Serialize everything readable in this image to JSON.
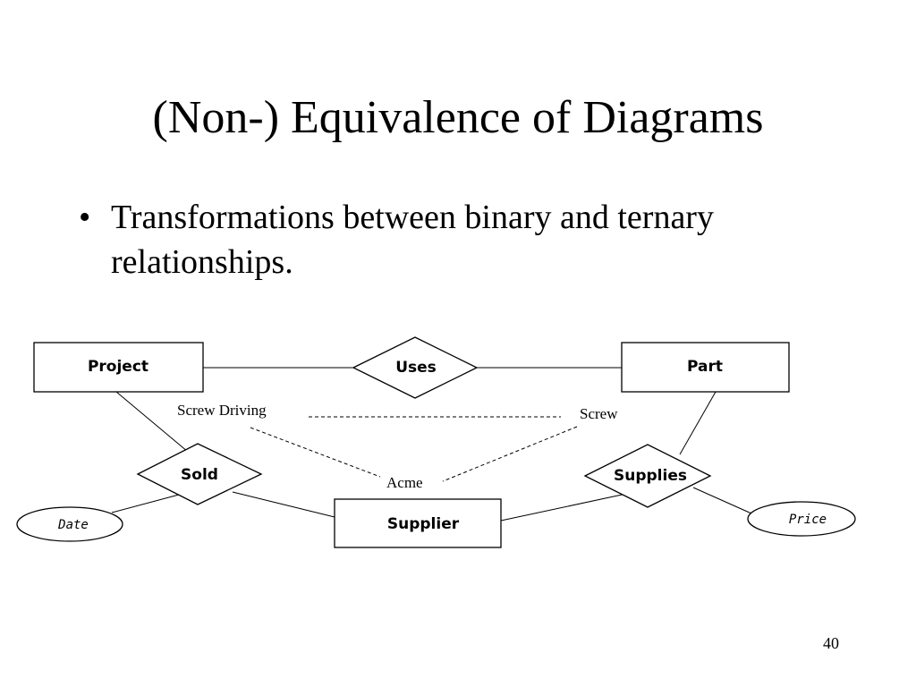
{
  "slide": {
    "title": "(Non-) Equivalence of Diagrams",
    "bullet_symbol": "•",
    "bullet": "Transformations between binary and ternary relationships.",
    "page_number": "40"
  },
  "diagram": {
    "entities": {
      "project": "Project",
      "part": "Part",
      "supplier": "Supplier"
    },
    "relationships": {
      "uses": "Uses",
      "sold": "Sold",
      "supplies": "Supplies"
    },
    "attributes": {
      "date": "Date",
      "price": "Price"
    },
    "instances": {
      "screw_driving": "Screw Driving",
      "screw": "Screw",
      "acme": "Acme"
    }
  }
}
